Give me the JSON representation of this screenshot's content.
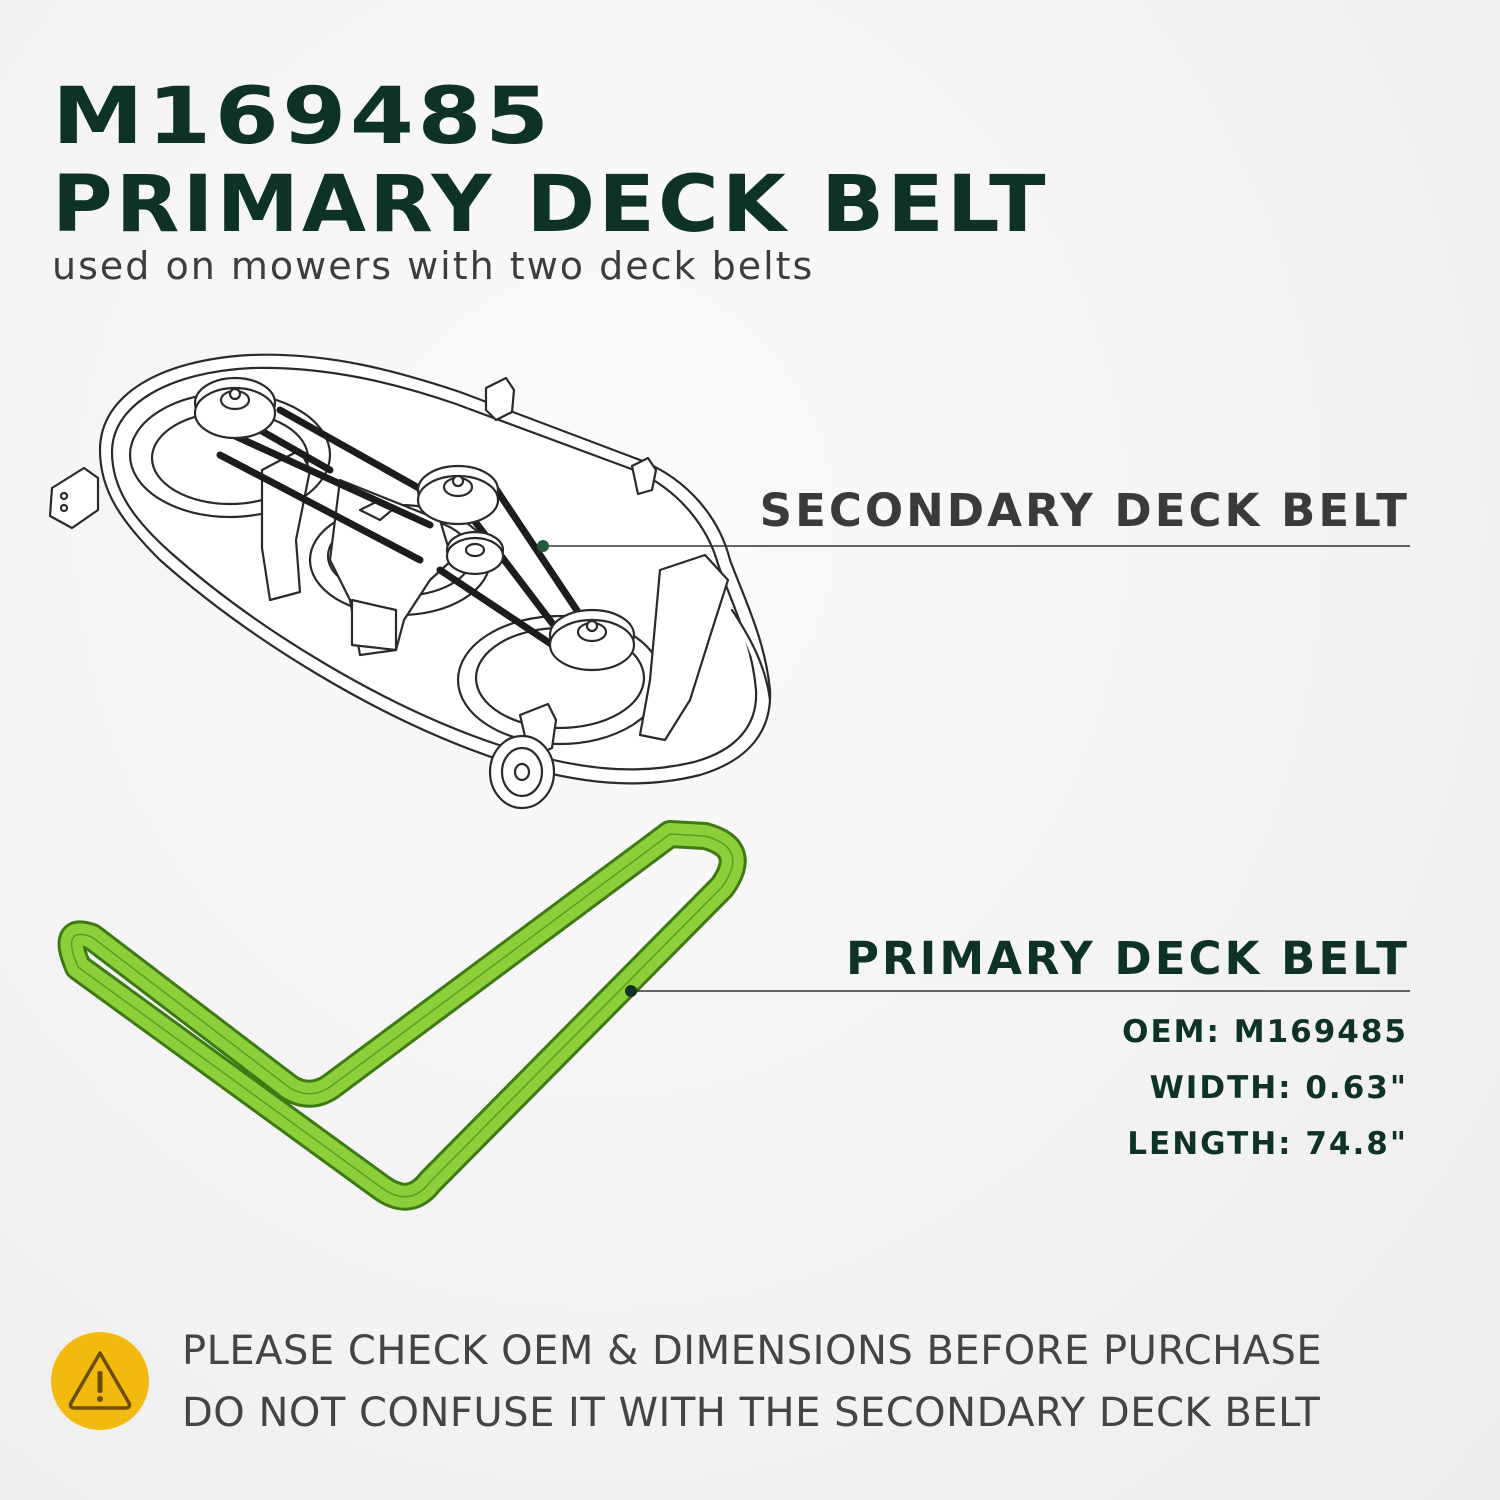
{
  "header": {
    "part_number": "M169485",
    "product_name": "PRIMARY DECK BELT",
    "subtitle": "used on mowers with two deck belts"
  },
  "callouts": {
    "secondary": "SECONDARY DECK BELT",
    "primary": "PRIMARY DECK BELT"
  },
  "specs": {
    "oem": "OEM: M169485",
    "width": "WIDTH: 0.63\"",
    "length": "LENGTH: 74.8\""
  },
  "warning": {
    "line1": "PLEASE CHECK OEM & DIMENSIONS BEFORE PURCHASE",
    "line2": "DO NOT CONFUSE IT WITH THE SECONDARY DECK BELT",
    "icon": "warning-icon"
  },
  "colors": {
    "brand_dark_green": "#0e3325",
    "belt_green": "#8ccf3a",
    "warning_yellow": "#f2b90f",
    "text_gray": "#444444"
  }
}
